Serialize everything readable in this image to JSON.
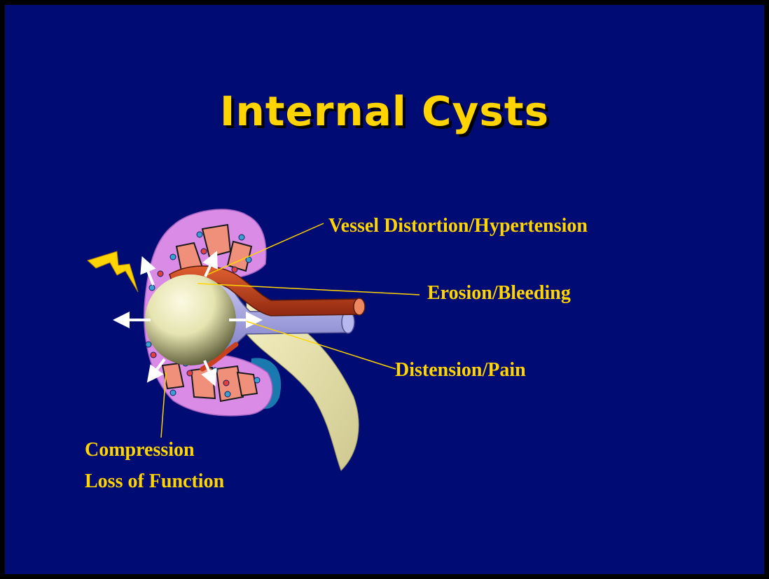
{
  "slide": {
    "title": "Internal Cysts",
    "labels": {
      "vessel": "Vessel Distortion/Hypertension",
      "erosion": "Erosion/Bleeding",
      "distension": "Distension/Pain",
      "compression_line1": "Compression",
      "compression_line2": "Loss of Function"
    }
  },
  "colors": {
    "background": "#000b73",
    "title": "#ffd400",
    "label": "#ffd400",
    "kidney": "#d98be6",
    "pyramid": "#f0907a",
    "cyst": "#f2f0c8",
    "artery": "#c8401e",
    "vein": "#a0a0e6",
    "ureter": "#eae4a8"
  }
}
